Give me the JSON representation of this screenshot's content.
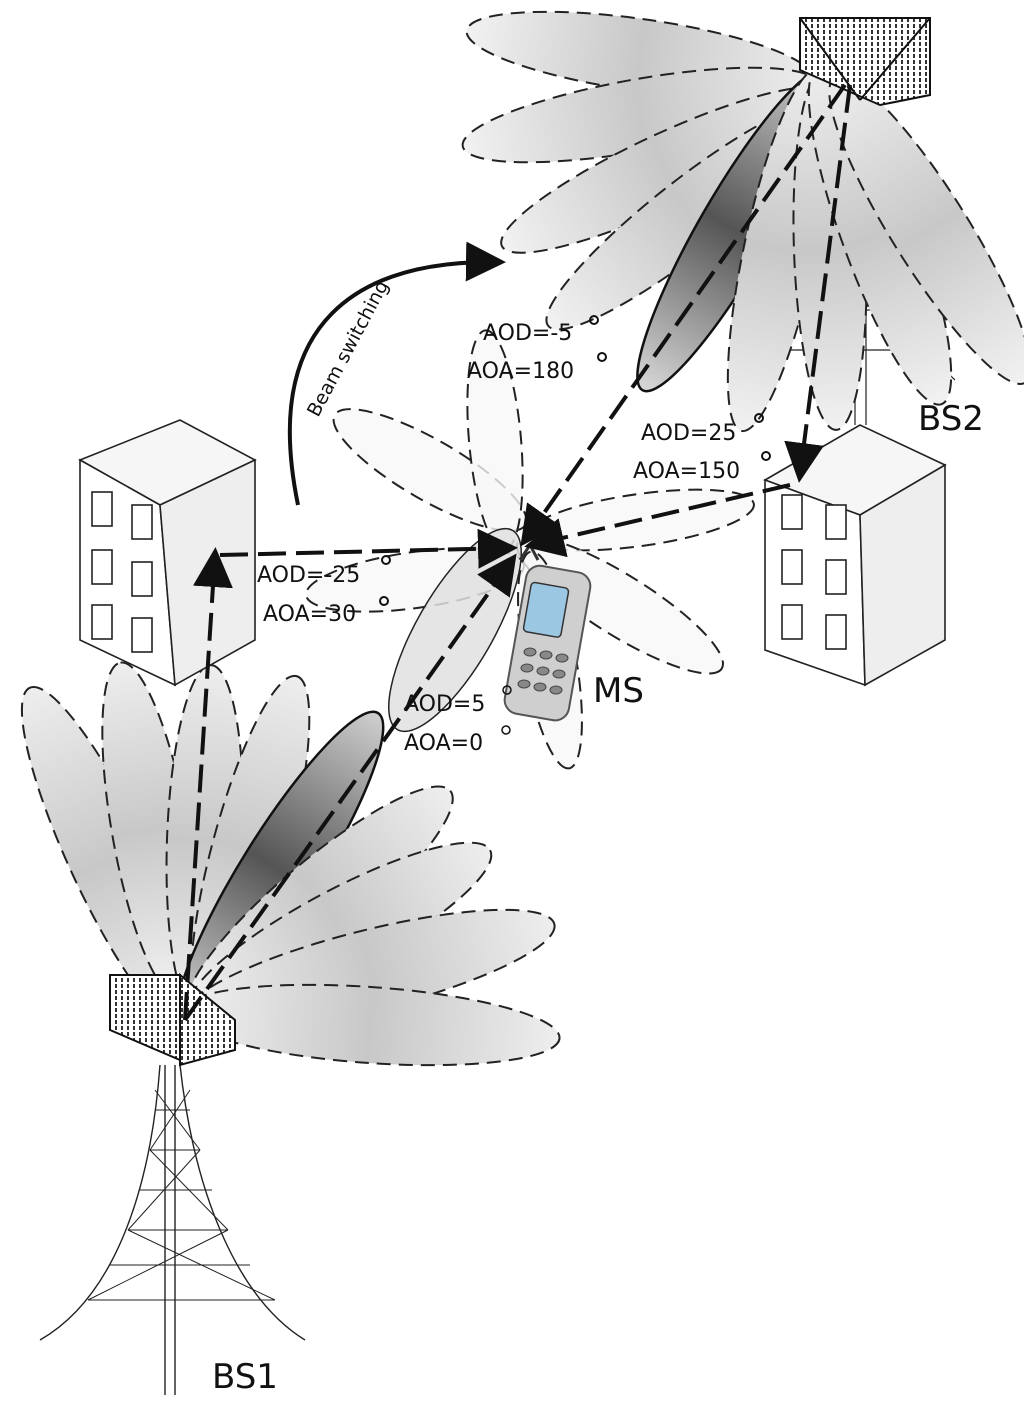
{
  "diagram": {
    "bs1_label": "BS1",
    "bs2_label": "BS2",
    "ms_label": "MS",
    "beam_switching": "Beam switching",
    "paths": [
      {
        "aod": "AOD=5",
        "aoa": "AOA=0"
      },
      {
        "aod": "AOD=-25",
        "aoa": "AOA=30"
      },
      {
        "aod": "AOD=-5",
        "aoa": "AOA=180"
      },
      {
        "aod": "AOD=25",
        "aoa": "AOA=150"
      }
    ]
  },
  "colors": {
    "stroke": "#222222",
    "lobe_light": "#dcdcdc",
    "lobe_dark": "#555555"
  }
}
